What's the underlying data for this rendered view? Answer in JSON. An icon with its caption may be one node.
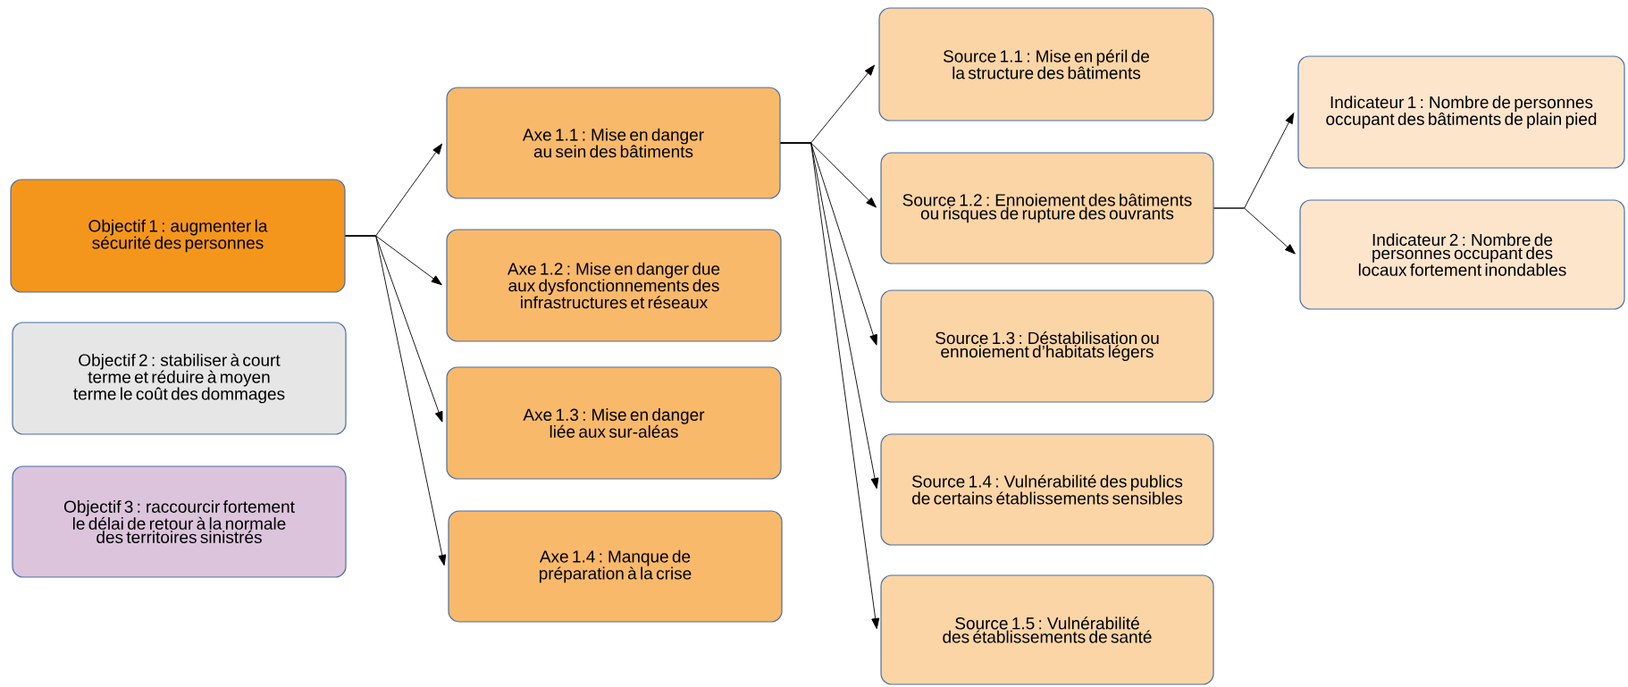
{
  "diagram": {
    "nodes": [
      {
        "text": [
          "Objectif 1 : augmenter la sécurité des personnes"
        ]
      },
      {
        "text": [
          "Objectif 2 : stabiliser à court terme et réduire à moyen terme le coût des dommages"
        ]
      },
      {
        "text": [
          "Objectif 3 : raccourcir fortement le délai de retour à la normale des territoires sinistrés"
        ]
      },
      {
        "text": [
          "Axe 1.1 : Mise en danger au sein des bâtiments"
        ]
      },
      {
        "text": [
          "Axe 1.2 : Mise en danger due aux dysfonctionnements des infrastructures et réseaux"
        ]
      },
      {
        "text": [
          "Axe 1.3 : Mise en danger liée aux sur-aléas"
        ]
      },
      {
        "text": [
          "Axe 1.4 : Manque de préparation à la crise"
        ]
      },
      {
        "text": [
          "Source 1.1 : Mise en péril de la structure des bâtiments"
        ]
      },
      {
        "text": [
          "Source 1.2 : Ennoiement des bâtiments ou risques de rupture des ouvrants"
        ]
      },
      {
        "text": [
          "Source 1.3 : Déstabilisation ou ennoiement d’habitats légers"
        ]
      },
      {
        "text": [
          "Source 1.4 : Vulnérabilité des publics de certains établissements sensibles"
        ]
      },
      {
        "text": [
          "Source 1.5 : Vulnérabilité des établissements de santé"
        ]
      },
      {
        "text": [
          "Indicateur 1 : Nombre de personnes occupant des bâtiments de plain pied"
        ]
      },
      {
        "text": [
          "Indicateur 2 : Nombre de personnes occupant des locaux fortement inondables"
        ]
      }
    ],
    "edges": [
      {
        "from": 0,
        "to": 3,
        "arrow": "to"
      },
      {
        "from": 0,
        "to": 4,
        "arrow": "to"
      },
      {
        "from": 0,
        "to": 5,
        "arrow": "to"
      },
      {
        "from": 0,
        "to": 6,
        "arrow": "to"
      },
      {
        "from": 3,
        "to": 7,
        "arrow": "to"
      },
      {
        "from": 3,
        "to": 8,
        "arrow": "to"
      },
      {
        "from": 3,
        "to": 9,
        "arrow": "to"
      },
      {
        "from": 3,
        "to": 10,
        "arrow": "to"
      },
      {
        "from": 3,
        "to": 11,
        "arrow": "to"
      },
      {
        "from": 8,
        "to": 12,
        "arrow": "to"
      },
      {
        "from": 8,
        "to": 13,
        "arrow": "to"
      }
    ]
  }
}
